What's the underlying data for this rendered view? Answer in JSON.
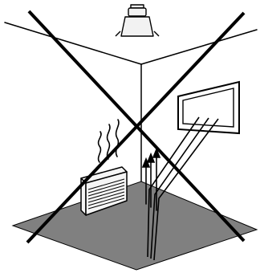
{
  "colors": {
    "background": "#ffffff",
    "ink": "#000000",
    "floor": "#808080",
    "fixture_fill": "#f2f2f2",
    "device_fill": "#f5f5f5"
  },
  "scene": {
    "subject": "room-corner",
    "elements": [
      "ceiling-light-icon",
      "wall-window-icon",
      "heater-unit-icon",
      "heat-wave-lines",
      "rising-air-arrows",
      "reflected-light-rays",
      "cross-out-mark"
    ],
    "crossed_out": true
  }
}
